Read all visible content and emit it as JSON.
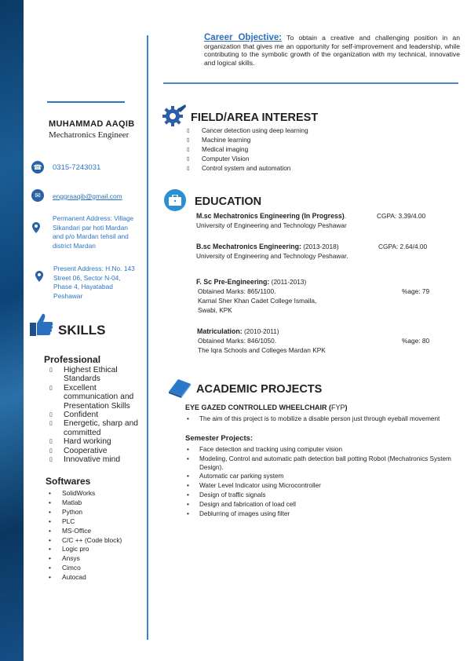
{
  "objective": {
    "label": "Career Objective:",
    "text": "To obtain a creative and challenging position in an organization that gives me an opportunity for self-improvement and leadership, while contributing to the symbolic growth of the organization with my technical, innovative and logical skills."
  },
  "profile": {
    "name": "MUHAMMAD AAQIB",
    "title": "Mechatronics Engineer",
    "phone": "0315-7243031",
    "email": "enggraaqib@gmail.com",
    "permanent_address": "Permanent Address: Village Sikandari par hoti Mardan and p/o Mardan tehsil and district Mardan",
    "present_address": "Present Address: H.No. 143 Street 06, Sector N-04, Phase 4, Hayatabad Peshawar"
  },
  "skills": {
    "heading": "SKILLS",
    "professional_heading": "Professional",
    "professional": [
      "Highest Ethical Standards",
      "Excellent communication and Presentation Skills",
      "Confident",
      "Energetic, sharp and committed",
      "Hard working",
      "Cooperative",
      "Innovative mind"
    ],
    "softwares_heading": "Softwares",
    "softwares": [
      "SolidWorks",
      "Matlab",
      "Python",
      "PLC",
      "MS-Office",
      "C/C ++ (Code block)",
      "Logic pro",
      "Ansys",
      "Cimco",
      "Autocad"
    ]
  },
  "interest": {
    "heading": "FIELD/AREA INTEREST",
    "items": [
      "Cancer detection using deep learning",
      "Machine learning",
      "Medical imaging",
      "Computer Vision",
      "Control system and automation"
    ]
  },
  "education": {
    "heading": "EDUCATION",
    "msc": {
      "degree": "M.sc Mechatronics Engineering (In Progress)",
      "tail": ".",
      "inst": "University of Engineering and Technology Peshawar",
      "score": "CGPA: 3.39/4.00"
    },
    "bsc": {
      "degree": "B.sc Mechatronics Engineering:",
      "years": " (2013-2018)",
      "inst": "University of Engineering and Technology Peshawar.",
      "score": "CGPA: 2.64/4.00"
    },
    "fsc": {
      "degree": "F. Sc Pre-Engineering:",
      "years": " (2011-2013)",
      "marks": "Obtained Marks: 865/1100.",
      "inst": "Karnal Sher Khan Cadet College Ismaila, Swabi, KPK",
      "score": "%age: 79"
    },
    "matric": {
      "degree": "Matriculation:",
      "years": " (2010-2011)",
      "marks": "Obtained Marks: 846/1050.",
      "inst": "The Iqra Schools and Colleges Mardan KPK",
      "score": "%age: 80"
    }
  },
  "projects": {
    "heading": "ACADEMIC PROJECTS",
    "fyp_title": "EYE GAZED CONTROLLED WHEELCHAIR (",
    "fyp_tag": "FYP",
    "fyp_close": ")",
    "fyp_desc": "The aim of this project is to mobilize a disable person just through eyeball movement",
    "semester_heading": "Semester Projects:",
    "semester": [
      "Face detection and tracking using computer vision",
      "Modeling, Control and automatic path detection ball potting Robot (Mechatronics System Design).",
      "Automatic car parking system",
      "Water Level Indicator using Microcontroller",
      "Design of traffic signals",
      "Design and fabrication of load cell",
      "Deblurring of images using filter"
    ]
  }
}
